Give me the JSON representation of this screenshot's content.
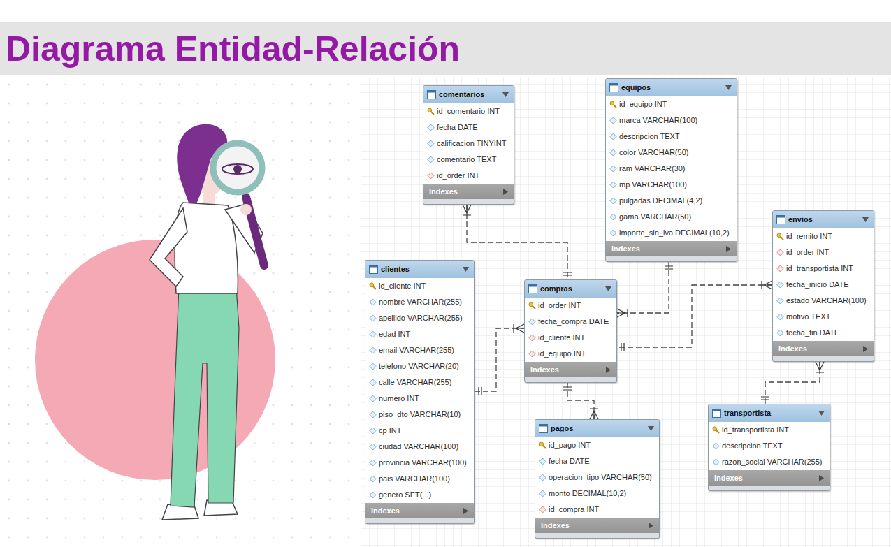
{
  "diagram": {
    "title": "Diagrama Entidad-Relación",
    "nodes": [
      {
        "text": [
          "comentarios",
          "id_comentario INT",
          "fecha DATE",
          "calificacion TINYINT",
          "comentario TEXT",
          "id_order INT",
          "Indexes"
        ]
      },
      {
        "text": [
          "equipos",
          "id_equipo INT",
          "marca VARCHAR(100)",
          "descripcion TEXT",
          "color VARCHAR(50)",
          "ram VARCHAR(30)",
          "mp VARCHAR(100)",
          "pulgadas DECIMAL(4,2)",
          "gama VARCHAR(50)",
          "importe_sin_iva DECIMAL(10,2)",
          "Indexes"
        ]
      },
      {
        "text": [
          "envios",
          "id_remito INT",
          "id_order INT",
          "id_transportista INT",
          "fecha_inicio DATE",
          "estado VARCHAR(100)",
          "motivo TEXT",
          "fecha_fin DATE",
          "Indexes"
        ]
      },
      {
        "text": [
          "clientes",
          "id_cliente INT",
          "nombre VARCHAR(255)",
          "apellido VARCHAR(255)",
          "edad INT",
          "email VARCHAR(255)",
          "telefono VARCHAR(20)",
          "calle VARCHAR(255)",
          "numero INT",
          "piso_dto VARCHAR(10)",
          "cp INT",
          "ciudad VARCHAR(100)",
          "provincia VARCHAR(100)",
          "pais VARCHAR(100)",
          "genero SET(...)",
          "Indexes"
        ]
      },
      {
        "text": [
          "compras",
          "id_order INT",
          "fecha_compra DATE",
          "id_cliente INT",
          "id_equipo INT",
          "Indexes"
        ]
      },
      {
        "text": [
          "pagos",
          "id_pago INT",
          "fecha DATE",
          "operacion_tipo VARCHAR(50)",
          "monto DECIMAL(10,2)",
          "id_compra INT",
          "Indexes"
        ]
      },
      {
        "text": [
          "transportista",
          "id_transportista INT",
          "descripcion TEXT",
          "razon_social VARCHAR(255)",
          "Indexes"
        ]
      }
    ],
    "edges": [
      {
        "from": 0,
        "to": 4,
        "arrow": "both"
      },
      {
        "from": 1,
        "to": 4,
        "arrow": "both"
      },
      {
        "from": 2,
        "to": 4,
        "arrow": "both"
      },
      {
        "from": 3,
        "to": 4,
        "arrow": "both"
      },
      {
        "from": 4,
        "to": 5,
        "arrow": "both"
      },
      {
        "from": 6,
        "to": 2,
        "arrow": "both"
      }
    ]
  }
}
